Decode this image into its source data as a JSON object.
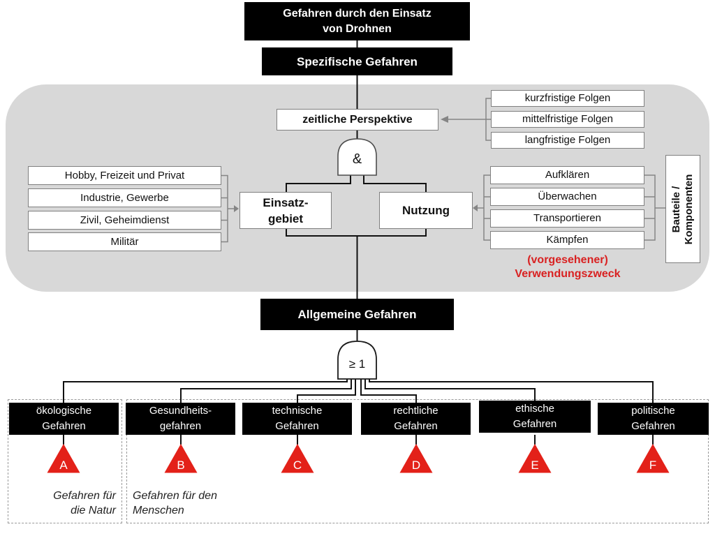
{
  "root": {
    "title_line1": "Gefahren durch den Einsatz",
    "title_line2": "von Drohnen",
    "specific": "Spezifische Gefahren",
    "general": "Allgemeine Gefahren"
  },
  "gates": {
    "and_label": "&",
    "or_label": "≥ 1"
  },
  "panel": {
    "temporal": "zeitliche Perspektive",
    "folgen_items": [
      "kurzfristige Folgen",
      "mittelfristige Folgen",
      "langfristige Folgen"
    ],
    "einsatz_line1": "Einsatz-",
    "einsatz_line2": "gebiet",
    "nutzung": "Nutzung",
    "left_items": [
      "Hobby, Freizeit und Privat",
      "Industrie, Gewerbe",
      "Zivil, Geheimdienst",
      "Militär"
    ],
    "right_items": [
      "Aufklären",
      "Überwachen",
      "Transportieren",
      "Kämpfen"
    ],
    "vertical_line1": "Bauteile /",
    "vertical_line2": "Komponenten",
    "red_line1": "(vorgesehener)",
    "red_line2": "Verwendungszweck"
  },
  "hazards": [
    {
      "line1": "ökologische",
      "line2": "Gefahren",
      "symbol": "A"
    },
    {
      "line1": "Gesundheits-",
      "line2": "gefahren",
      "symbol": "B"
    },
    {
      "line1": "technische",
      "line2": "Gefahren",
      "symbol": "C"
    },
    {
      "line1": "rechtliche",
      "line2": "Gefahren",
      "symbol": "D"
    },
    {
      "line1": "ethische",
      "line2": "Gefahren",
      "symbol": "E"
    },
    {
      "line1": "politische",
      "line2": "Gefahren",
      "symbol": "F"
    }
  ],
  "groups": [
    {
      "caption_line1": "Gefahren für",
      "caption_line2": "die Natur"
    },
    {
      "caption_line1": "Gefahren für den",
      "caption_line2": "Menschen"
    }
  ],
  "colors": {
    "triangle_red": "#e32119",
    "panel_gray": "#d8d8d8",
    "box_black": "#000000"
  }
}
